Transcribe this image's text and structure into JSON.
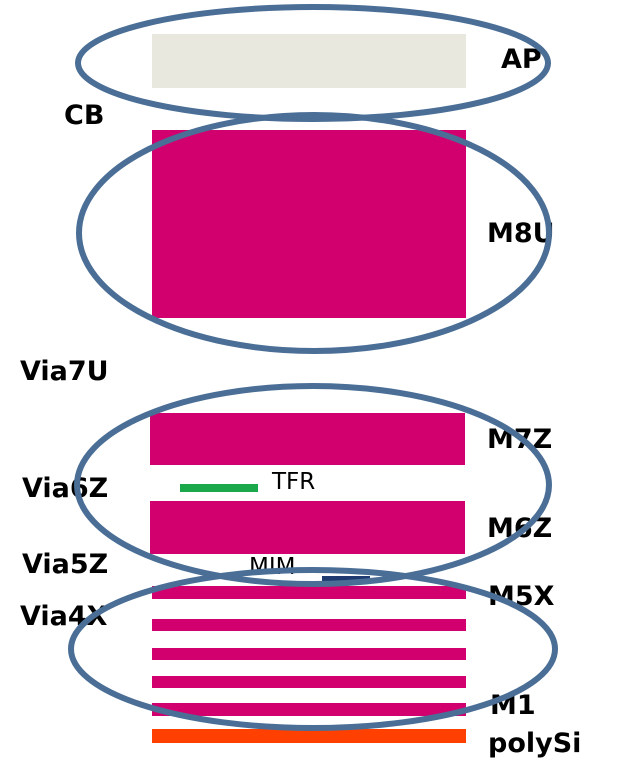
{
  "colors": {
    "background": "#ffffff",
    "passivation": "#e9e8df",
    "metal": "#d2006e",
    "polysilicon": "#ff4000",
    "tfr": "#1aa84a",
    "mim": "#1f3a70",
    "grouping_ellipse": "#4a6e96"
  },
  "labels": {
    "ap": "AP",
    "cb": "CB",
    "m8u": "M8U",
    "via7u": "Via7U",
    "m7z": "M7Z",
    "via6z": "Via6Z",
    "tfr": "TFR",
    "m6z": "M6Z",
    "via5z": "Via5Z",
    "mim": "MIM",
    "m5x": "M5X",
    "via4x": "Via4X",
    "m1": "M1",
    "polysi": "polySi"
  }
}
